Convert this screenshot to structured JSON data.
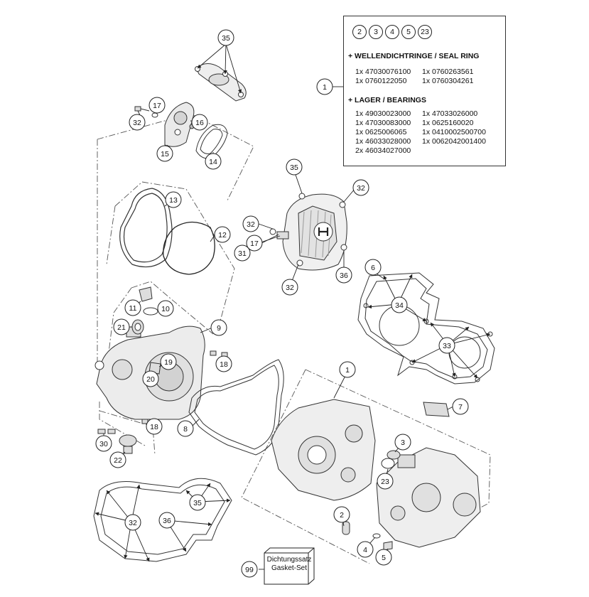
{
  "legend": {
    "chips": [
      "2",
      "3",
      "4",
      "5",
      "23"
    ],
    "section_seals": {
      "title": "+ WELLENDICHTRINGE / SEAL RING",
      "rows": [
        [
          "1x 47030076100",
          "1x 0760263561"
        ],
        [
          "1x 0760122050",
          "1x 0760304261"
        ]
      ]
    },
    "section_bearings": {
      "title": "+ LAGER / BEARINGS",
      "rows": [
        [
          "1x 49030023000",
          "1x 47033026000"
        ],
        [
          "1x 47030083000",
          "1x 0625160020"
        ],
        [
          "1x 0625006065",
          "1x 0410002500700"
        ],
        [
          "1x 46033028000",
          "1x 0062042001400"
        ],
        [
          "2x 46034027000",
          ""
        ]
      ]
    }
  },
  "gasket_set": {
    "line1": "Dichtungssatz",
    "line2": "Gasket-Set"
  },
  "callouts": [
    "1",
    "1",
    "2",
    "4",
    "5",
    "3",
    "7",
    "6",
    "8",
    "9",
    "10",
    "11",
    "12",
    "13",
    "14",
    "15",
    "16",
    "17",
    "17",
    "18",
    "18",
    "19",
    "20",
    "21",
    "22",
    "23",
    "30",
    "31",
    "32",
    "32",
    "32",
    "32",
    "32",
    "33",
    "34",
    "35",
    "35",
    "35",
    "36",
    "36",
    "99"
  ]
}
